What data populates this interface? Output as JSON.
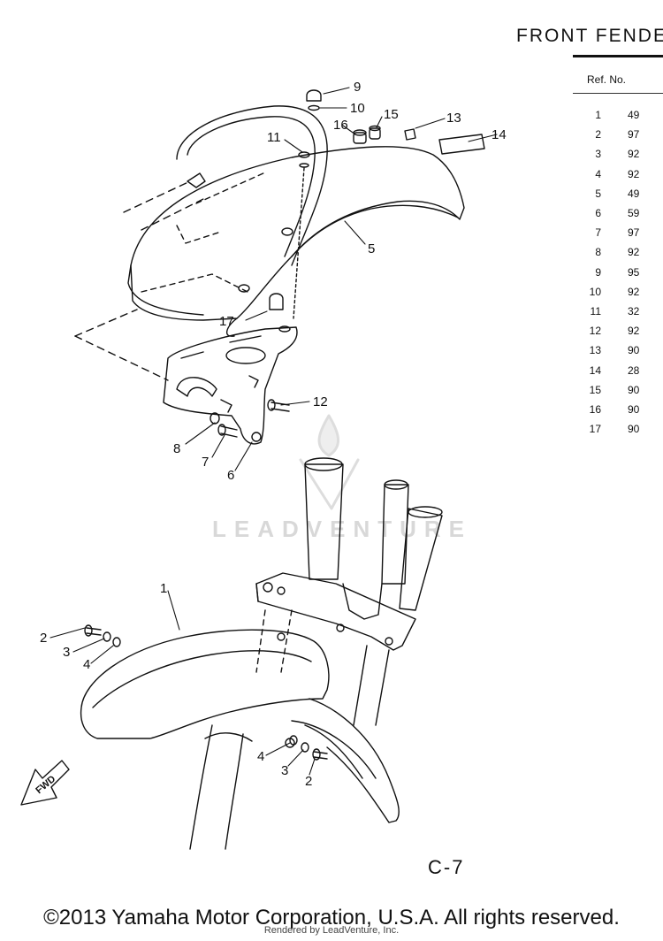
{
  "header": {
    "title": "FRONT FENDER"
  },
  "table": {
    "column_ref": "Ref. No.",
    "rows": [
      {
        "ref": "1",
        "part": "49"
      },
      {
        "ref": "2",
        "part": "97"
      },
      {
        "ref": "3",
        "part": "92"
      },
      {
        "ref": "4",
        "part": "92"
      },
      {
        "ref": "5",
        "part": "49"
      },
      {
        "ref": "6",
        "part": "59"
      },
      {
        "ref": "7",
        "part": "97"
      },
      {
        "ref": "8",
        "part": "92"
      },
      {
        "ref": "9",
        "part": "95"
      },
      {
        "ref": "10",
        "part": "92"
      },
      {
        "ref": "11",
        "part": "32"
      },
      {
        "ref": "12",
        "part": "92"
      },
      {
        "ref": "13",
        "part": "90"
      },
      {
        "ref": "14",
        "part": "28"
      },
      {
        "ref": "15",
        "part": "90"
      },
      {
        "ref": "16",
        "part": "90"
      },
      {
        "ref": "17",
        "part": "90"
      }
    ]
  },
  "callouts": {
    "c1": "1",
    "c2a": "2",
    "c2b": "2",
    "c3a": "3",
    "c3b": "3",
    "c4a": "4",
    "c4b": "4",
    "c5": "5",
    "c6": "6",
    "c7": "7",
    "c8": "8",
    "c9": "9",
    "c10": "10",
    "c11": "11",
    "c12": "12",
    "c13": "13",
    "c14": "14",
    "c15": "15",
    "c16": "16",
    "c17": "17"
  },
  "fwd_label": "FWD",
  "watermark": "LEADVENTURE",
  "page_code": "C-7",
  "copyright": "©2013 Yamaha Motor Corporation, U.S.A. All rights reserved.",
  "rendered_by": "Rendered by LeadVenture, Inc."
}
